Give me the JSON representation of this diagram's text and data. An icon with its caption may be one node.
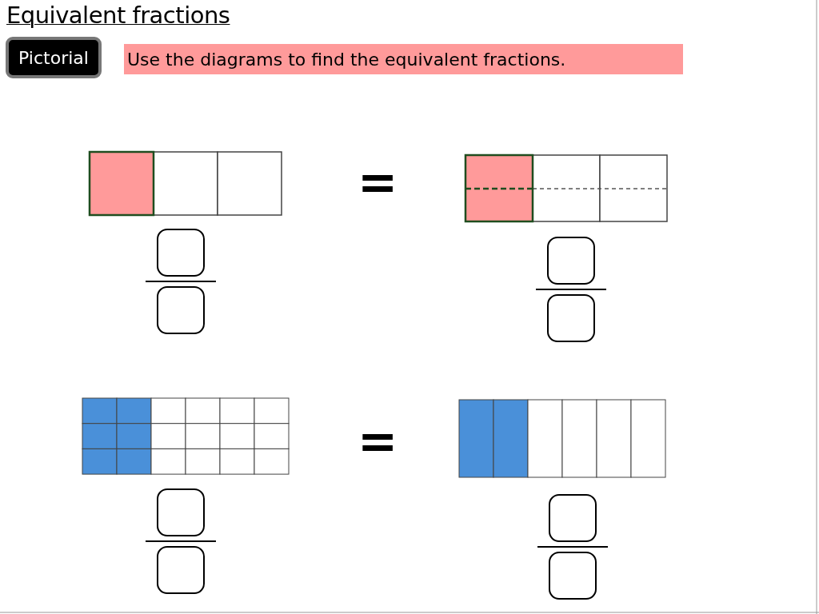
{
  "diagram": {
    "title": "Equivalent fractions",
    "nodes": [
      {
        "text": [
          "Pictorial"
        ]
      },
      {
        "text": [
          "Use the diagrams to find the equivalent fractions."
        ]
      }
    ],
    "labels": [
      "=",
      "="
    ]
  }
}
